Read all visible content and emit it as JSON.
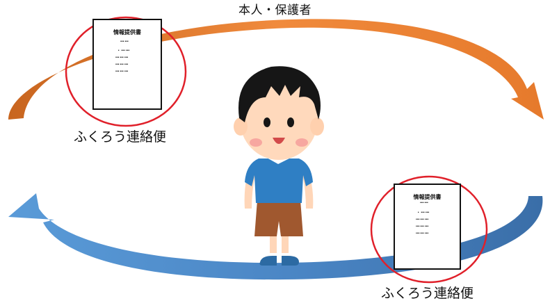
{
  "diagram": {
    "top_label": "本人・保護者",
    "document_heading": "情報提供書",
    "document_lines": [
      "……",
      ".……",
      "………",
      "………",
      "………"
    ],
    "note_left_caption": "ふくろう連絡便",
    "note_right_caption": "ふくろう連絡便"
  },
  "colors": {
    "top_arrow": "#e8803a",
    "bottom_arrow": "#4f86c6",
    "highlight_circle": "#e0202a"
  }
}
